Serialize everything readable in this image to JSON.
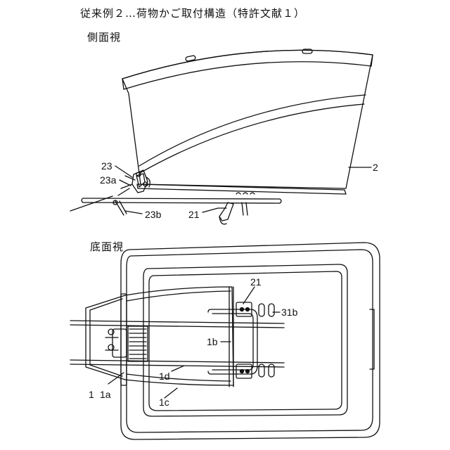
{
  "title": "従来例２…荷物かご取付構造（特許文献１）",
  "side_view": {
    "label": "側面視",
    "refs": {
      "r23": "23",
      "r23a": "23a",
      "r23b": "23b",
      "r21": "21",
      "r2": "2"
    }
  },
  "bottom_view": {
    "label": "底面視",
    "refs": {
      "r21": "21",
      "r31b": "31b",
      "r1b": "1b",
      "r1d": "1d",
      "r1c": "1c",
      "r1": "1",
      "r1a": "1a"
    }
  }
}
